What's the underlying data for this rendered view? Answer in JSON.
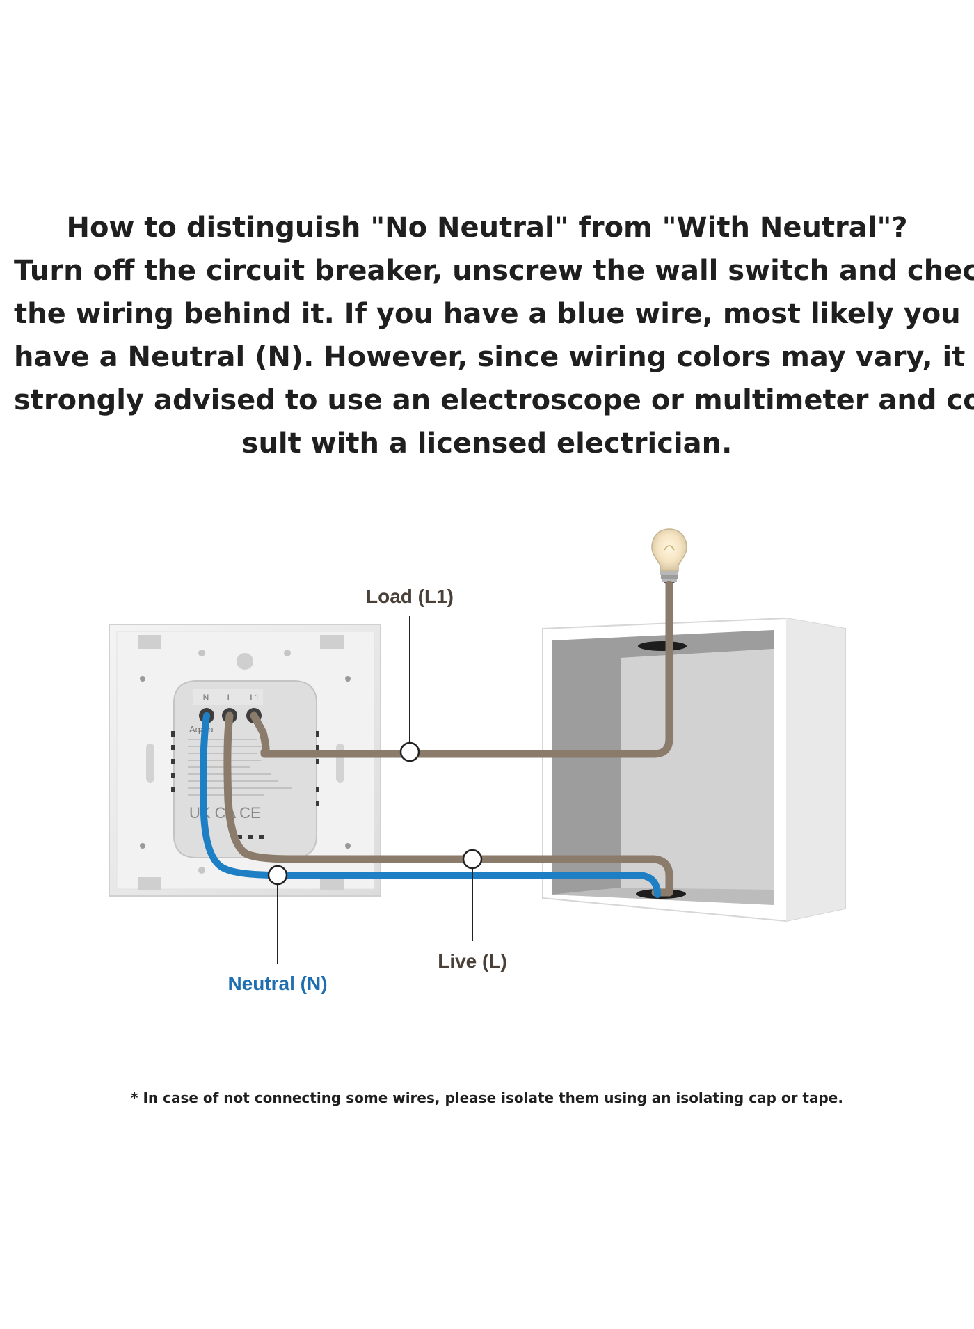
{
  "headline": {
    "lines": [
      "How to distinguish \"No Neutral\" from \"With Neutral\"?",
      "Turn off the circuit breaker, unscrew the wall switch and check",
      "the wiring behind it. If you have a blue wire, most likely you",
      "have a Neutral (N). However, since wiring colors may vary, it is",
      "strongly advised  to use an electroscope or multimeter and con-",
      "sult with a licensed electrician."
    ]
  },
  "diagram": {
    "terminal_labels": [
      "N",
      "L",
      "L1"
    ],
    "brand_text": "Aqara",
    "marks": "UK CA  CE",
    "labels": {
      "load": "Load (L1)",
      "live": "Live (L)",
      "neutral": "Neutral (N)"
    },
    "colors": {
      "neutral_wire": "#1f7fc4",
      "live_wire": "#8b7b6b",
      "load_wire": "#8b7b6b",
      "label_text": "#4a4038",
      "neutral_label": "#1f6fb0"
    }
  },
  "footnote": "* In case of not connecting some wires, please isolate them using an isolating cap or tape."
}
